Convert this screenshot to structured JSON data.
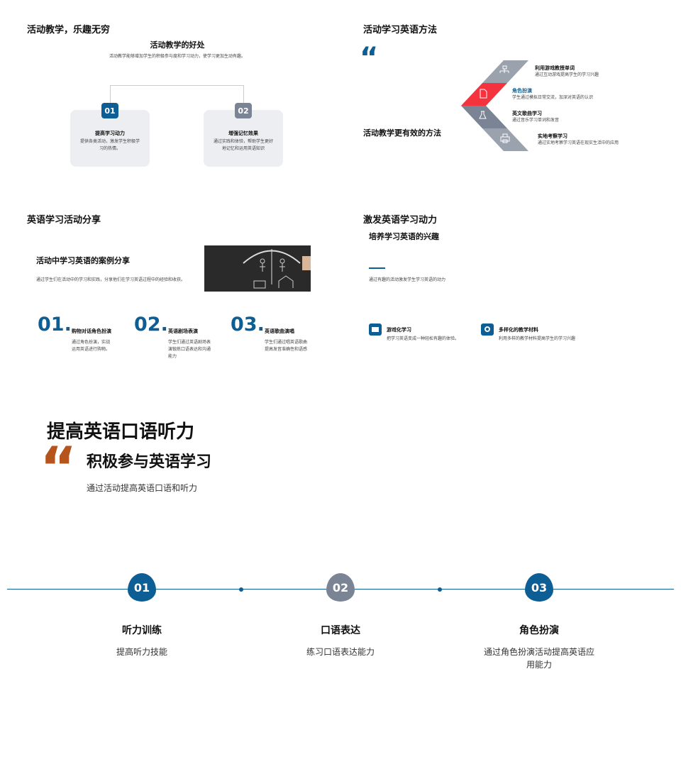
{
  "s1": {
    "title": "活动教学，乐趣无穷",
    "heading": "活动教学的好处",
    "desc": "活动教学能够增加学生的积极参与度和学习动力，使学习更加生动有趣。",
    "cards": [
      {
        "num": "01",
        "title": "提高学习动力",
        "text": "提供各类活动，激发学生积极学习的热情。"
      },
      {
        "num": "02",
        "title": "增强记忆效果",
        "text": "通过实践和体验，帮助学生更好地记忆和运用英语知识"
      }
    ]
  },
  "s2": {
    "title": "活动学习英语方法",
    "quote": "“",
    "subtitle": "活动教学更有效的方法",
    "items": [
      {
        "title": "利用游戏教授单词",
        "text": "通过互动游戏提高学生的学习兴趣"
      },
      {
        "title": "角色扮演",
        "text": "学生通过模拟日常交流，加深对英语的认识"
      },
      {
        "title": "英文歌曲学习",
        "text": "通过音乐学习单词和发音"
      },
      {
        "title": "实地考察学习",
        "text": "通过实地考察学习英语在现实生活中的应用"
      }
    ]
  },
  "s3": {
    "title": "英语学习活动分享",
    "heading": "活动中学习英语的案例分享",
    "desc": "通过学生们在活动中的学习和实践，分享他们在学习英语过程中的经验和收获。",
    "items": [
      {
        "num": "01.",
        "title": "购物对话角色扮演",
        "text": "通过角色扮演，实战运用英语进行购物。"
      },
      {
        "num": "02.",
        "title": "英语剧场表演",
        "text": "学生们通过英语剧场表演锻炼口语表达和沟通能力"
      },
      {
        "num": "03.",
        "title": "英语歌曲演唱",
        "text": "学生们通过唱英语歌曲提高发音准确性和语感"
      }
    ]
  },
  "s4": {
    "title": "激发英语学习动力",
    "heading": "培养学习英语的兴趣",
    "desc": "通过有趣的活动激发学生学习英语的动力",
    "items": [
      {
        "title": "游戏化学习",
        "text": "把学习英语变成一种轻松有趣的体验。"
      },
      {
        "title": "多样化的教学材料",
        "text": "利用多样的教学材料提高学生的学习兴趣"
      }
    ]
  },
  "s5": {
    "title": "提高英语口语听力",
    "quote": "“",
    "heading": "积极参与英语学习",
    "desc": "通过活动提高英语口语和听力"
  },
  "s6": {
    "steps": [
      {
        "num": "01",
        "title": "听力训练",
        "text": "提高听力技能"
      },
      {
        "num": "02",
        "title": "口语表达",
        "text": "练习口语表达能力"
      },
      {
        "num": "03",
        "title": "角色扮演",
        "text": "通过角色扮演活动提高英语应用能力"
      }
    ]
  },
  "colors": {
    "blue": "#0d5e95",
    "gray": "#7a8494",
    "red": "#f5333f",
    "orange": "#b5541c"
  }
}
